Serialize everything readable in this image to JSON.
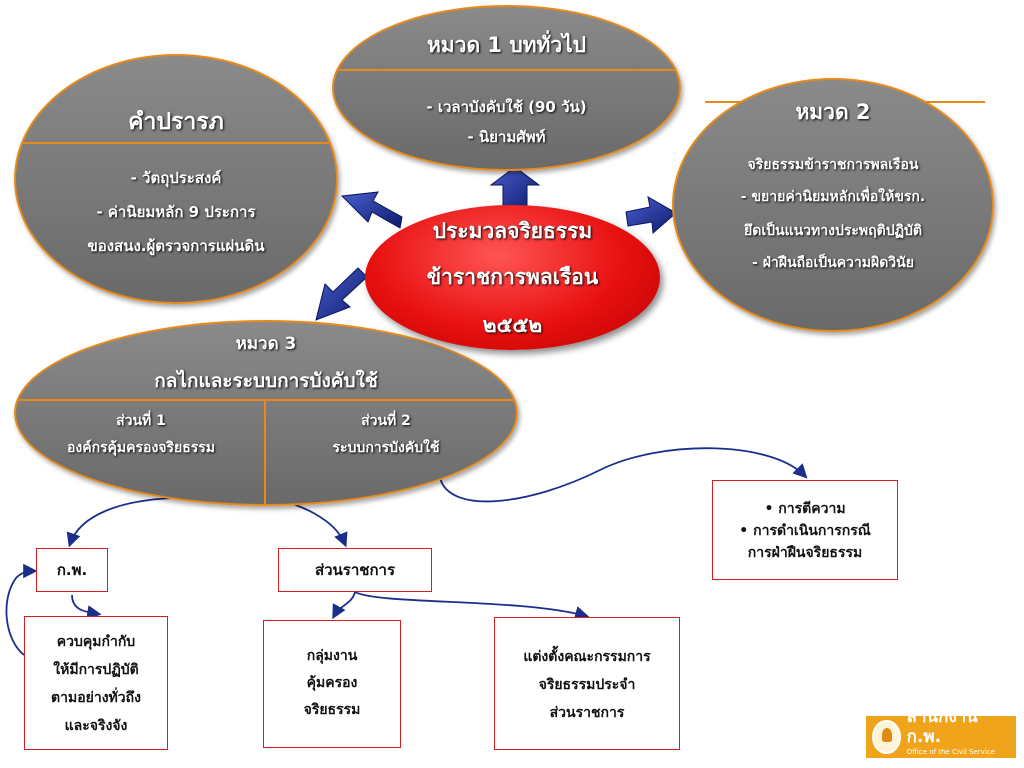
{
  "center": {
    "line1": "ประมวลจริยธรรม",
    "line2": "ข้าราชการพลเรือน",
    "year": "๒๕๕๒"
  },
  "preamble": {
    "title": "คำปรารภ",
    "items": [
      "- วัตถุประสงค์",
      "- ค่านิยมหลัก 9 ประการ",
      "ของสนง.ผู้ตรวจการแผ่นดิน"
    ]
  },
  "section1": {
    "title": "หมวด 1 บททั่วไป",
    "items": [
      "- เวลาบังคับใช้ (90 วัน)",
      "- นิยามศัพท์"
    ]
  },
  "section2": {
    "title": "หมวด 2",
    "items": [
      "จริยธรรมข้าราชการพลเรือน",
      "- ขยายค่านิยมหลักเพื่อให้ขรก.",
      "ยึดเป็นแนวทางประพฤติปฏิบัติ",
      "- ฝ่าฝืนถือเป็นความผิดวินัย"
    ]
  },
  "section3": {
    "title": "หมวด 3",
    "subtitle": "กลไกและระบบการบังคับใช้",
    "part1": {
      "label": "ส่วนที่ 1",
      "text": "องค์กรคุ้มครองจริยธรรม"
    },
    "part2": {
      "label": "ส่วนที่ 2",
      "text": "ระบบการบังคับใช้"
    }
  },
  "boxes": {
    "interpretation": [
      "• การตีความ",
      "• การดำเนินการกรณี",
      "การฝ่าฝืนจริยธรรม"
    ],
    "ocsc": "ก.พ.",
    "agency": "ส่วนราชการ",
    "control": [
      "ควบคุมกำกับ",
      "ให้มีการปฏิบัติ",
      "ตามอย่างทั่วถึง",
      "และจริงจัง"
    ],
    "workgroup": [
      "กลุ่มงาน",
      "คุ้มครอง",
      "จริยธรรม"
    ],
    "committee": [
      "แต่งตั้งคณะกรรมการ",
      "จริยธรรมประจำ",
      "ส่วนราชการ"
    ]
  },
  "logo": {
    "name": "สำนักงาน ก.พ.",
    "sub": "Office of the Civil Service Commission"
  },
  "colors": {
    "ellipse": "#777777",
    "accent": "#e88a1a",
    "center": "#e81010",
    "arrow": "#1a2e8c",
    "box_border": "#d42020"
  }
}
